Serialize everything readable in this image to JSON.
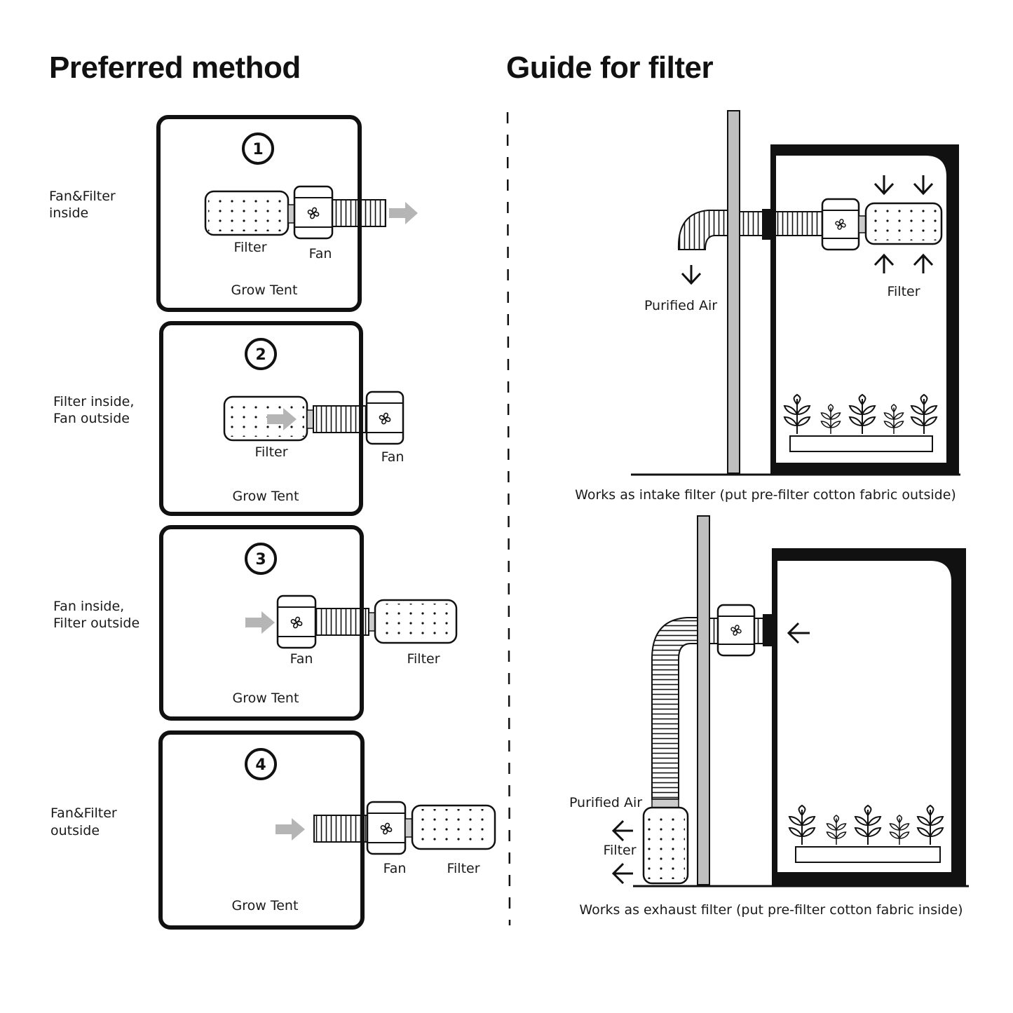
{
  "headings": {
    "left": "Preferred method",
    "right": "Guide for filter"
  },
  "methods": [
    {
      "number": "1",
      "side_label": [
        "Fan&Filter",
        "inside"
      ],
      "filter_label": "Filter",
      "fan_label": "Fan",
      "tent_label": "Grow Tent"
    },
    {
      "number": "2",
      "side_label": [
        "Filter inside,",
        "Fan outside"
      ],
      "filter_label": "Filter",
      "fan_label": "Fan",
      "tent_label": "Grow Tent"
    },
    {
      "number": "3",
      "side_label": [
        "Fan inside,",
        "Filter outside"
      ],
      "filter_label": "Filter",
      "fan_label": "Fan",
      "tent_label": "Grow Tent"
    },
    {
      "number": "4",
      "side_label": [
        "Fan&Filter",
        "outside"
      ],
      "filter_label": "Filter",
      "fan_label": "Fan",
      "tent_label": "Grow Tent"
    }
  ],
  "guide": {
    "intake": {
      "purified_label": "Purified Air",
      "filter_label": "Filter",
      "caption": "Works as intake filter (put pre-filter cotton fabric outside)"
    },
    "exhaust": {
      "purified_label": "Purified Air",
      "filter_label": "Filter",
      "caption": "Works as exhaust filter (put pre-filter cotton fabric inside)"
    }
  },
  "icons": [
    "circled-number-icon",
    "filter-icon",
    "fan-icon",
    "duct-icon",
    "arrow-icon",
    "plant-icon"
  ],
  "colors": {
    "ink": "#111111",
    "gray_arrow": "#b5b5b5",
    "wall": "#bfbfbf"
  }
}
